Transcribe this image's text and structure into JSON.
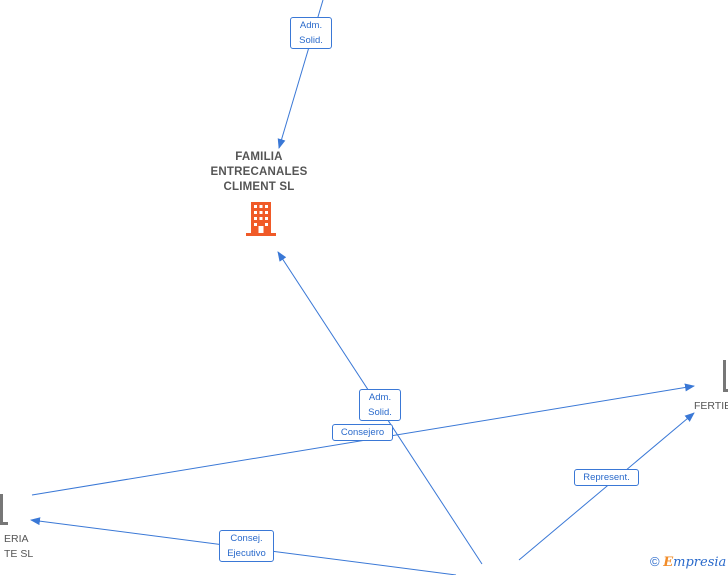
{
  "nodes": {
    "center_company": {
      "name_lines": [
        "FAMILIA",
        "ENTRECANALES",
        "CLIMENT  SL"
      ],
      "icon": "building-icon",
      "icon_color": "#f05a28"
    },
    "right_company": {
      "name_partial": "FERTIE",
      "icon": "building-icon",
      "icon_color": "#777777"
    },
    "left_company": {
      "name_partial_lines": [
        "ERIA",
        "TE  SL"
      ],
      "icon": "building-icon",
      "icon_color": "#777777"
    }
  },
  "edges": {
    "top_to_center": {
      "label_lines": [
        "Adm.",
        "Solid."
      ]
    },
    "bottom_to_center": {
      "label_lines": [
        "Adm.",
        "Solid."
      ]
    },
    "left_to_right": {
      "label_lines": [
        "Consejero"
      ]
    },
    "bottom_to_right": {
      "label_lines": [
        "Represent."
      ]
    },
    "bottom_to_left": {
      "label_lines": [
        "Consej.",
        "Ejecutivo"
      ]
    }
  },
  "colors": {
    "edge": "#3a78d6",
    "edge_text": "#2a6acb",
    "node_text": "#555555"
  },
  "watermark": {
    "copyright": "©",
    "brand_first": "E",
    "brand_rest": "mpresia"
  }
}
